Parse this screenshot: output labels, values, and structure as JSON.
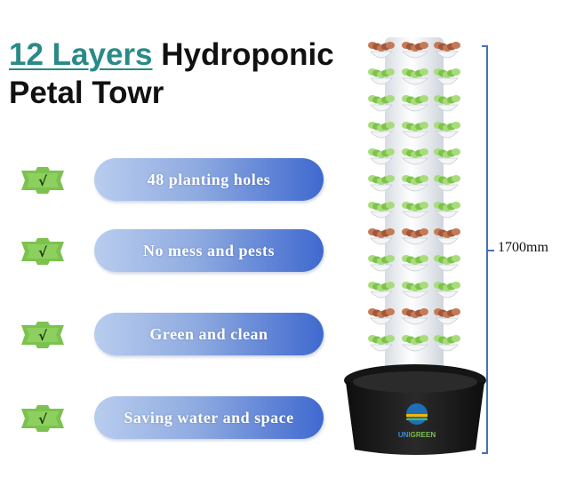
{
  "title": {
    "accent": "12 Layers",
    "rest_line1": " Hydroponic",
    "line2": "Petal Towr"
  },
  "features": [
    {
      "label": "48 planting holes",
      "icon": "check-badge-icon"
    },
    {
      "label": "No mess and pests",
      "icon": "check-badge-icon"
    },
    {
      "label": "Green and clean",
      "icon": "check-badge-icon"
    },
    {
      "label": "Saving water and space",
      "icon": "check-badge-icon"
    }
  ],
  "check_symbol": "√",
  "height_label": "1700mm",
  "brand": {
    "name_part1": "UNI",
    "name_part2": "GREEN"
  },
  "colors": {
    "title_accent": "#2a8a87",
    "pill_start": "#b9cdee",
    "pill_end": "#3f69cf",
    "check_badge": "#7cc24e",
    "dimension_line": "#4a6fb5",
    "pot": "#1c1c1c"
  }
}
